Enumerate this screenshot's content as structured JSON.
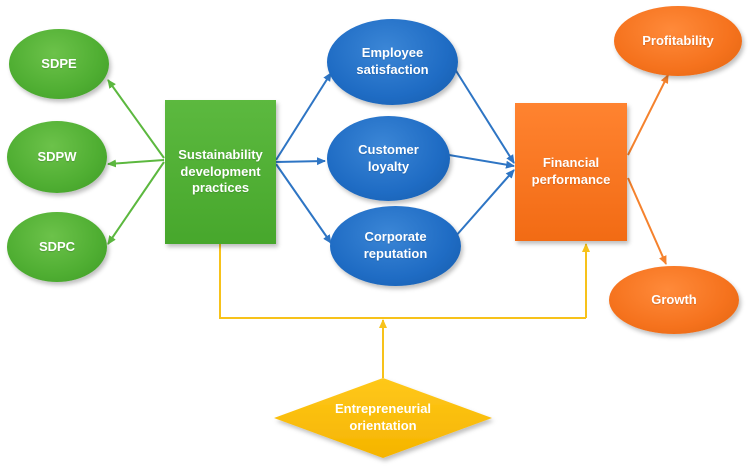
{
  "colors": {
    "green": "#4fae32",
    "blue": "#1f6cc4",
    "orange": "#f5721d",
    "yellow": "#ffc000",
    "green_arrow": "#5cb83f",
    "blue_arrow": "#2e75c4",
    "orange_arrow": "#f5822d",
    "yellow_line": "#f7c21a"
  },
  "nodes": {
    "sdpe": "SDPE",
    "sdpw": "SDPW",
    "sdpc": "SDPC",
    "sustainability": "Sustainability development practices",
    "employee": "Employee satisfaction",
    "customer": "Customer loyalty",
    "reputation": "Corporate reputation",
    "financial": "Financial performance",
    "profitability": "Profitability",
    "growth": "Growth",
    "entrepreneurial": "Entrepreneurial orientation"
  }
}
